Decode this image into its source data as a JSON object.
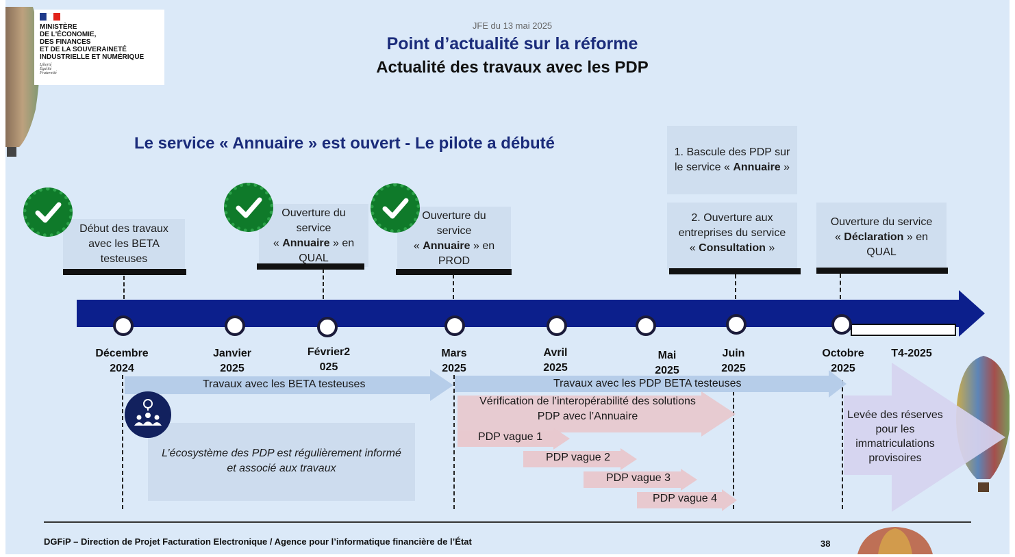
{
  "header": {
    "ministry_lines": [
      "MINISTÈRE",
      "DE L'ÉCONOMIE,",
      "DES FINANCES",
      "ET DE LA SOUVERAINETÉ",
      "INDUSTRIELLE ET NUMÉRIQUE"
    ],
    "motto_lines": [
      "Liberté",
      "Égalité",
      "Fraternité"
    ],
    "event": "JFE du 13 mai 2025",
    "title": "Point d’actualité sur la réforme",
    "subtitle": "Actualité des travaux avec les PDP"
  },
  "headline": "Le service « Annuaire » est ouvert - Le pilote a débuté",
  "milestones": {
    "debut": [
      "Début des travaux",
      "avec les BETA",
      "testeuses"
    ],
    "qual_annuaire": [
      "Ouverture du",
      "service",
      "« Annuaire » en",
      "QUAL"
    ],
    "prod_annuaire": [
      "Ouverture du",
      "service",
      "« Annuaire » en",
      "PROD"
    ],
    "bascule": [
      "1. Bascule des PDP sur",
      "le service « Annuaire »"
    ],
    "consultation": [
      "2. Ouverture aux",
      "entreprises du service",
      "« Consultation »"
    ],
    "declaration": [
      "Ouverture du service",
      "« Déclaration » en",
      "QUAL"
    ]
  },
  "dates": [
    [
      "Décembre",
      "2024"
    ],
    [
      "Janvier",
      "2025"
    ],
    [
      "Février2",
      "025"
    ],
    [
      "Mars",
      "2025"
    ],
    [
      "Avril",
      "2025"
    ],
    [
      "Mai",
      "2025"
    ],
    [
      "Juin",
      "2025"
    ],
    [
      "Octobre",
      "2025"
    ],
    [
      "T4-2025",
      ""
    ]
  ],
  "tracks": {
    "beta": "Travaux avec les BETA testeuses",
    "pdp_beta": "Travaux avec les PDP BETA testeuses",
    "interop": [
      "Vérification de l’interopérabilité des solutions",
      "PDP avec l’Annuaire"
    ],
    "waves": [
      "PDP vague 1",
      "PDP vague 2",
      "PDP vague 3",
      "PDP vague 4"
    ],
    "ecosystem": [
      "L’écosystème des PDP est régulièrement informé",
      "et associé aux travaux"
    ],
    "levee": [
      "Levée des réserves",
      "pour les",
      "immatriculations",
      "provisoires"
    ]
  },
  "footer": {
    "text": "DGFiP – Direction de Projet Facturation Electronique / Agence pour l’informatique financière de l’État",
    "page": "38"
  },
  "colors": {
    "background": "#dbe9f8",
    "timeline": "#0c1f8c",
    "title": "#1a2b7a",
    "check": "#0f7a2a",
    "track_blue": "#b4cbe8",
    "track_pink": "#e8c9cf",
    "track_lavender": "#d6d3ef"
  },
  "icons": [
    "check-badge-icon",
    "team-idea-icon",
    "french-flag-icon",
    "hot-air-balloon-icon"
  ]
}
